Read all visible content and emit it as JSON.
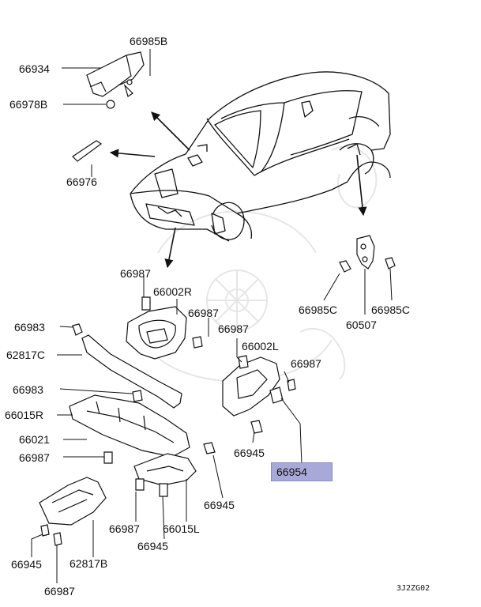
{
  "diagram_code": "3J2ZG02",
  "highlight_color": "#a9a9d9",
  "labels": {
    "l_66985B": "66985B",
    "l_66934": "66934",
    "l_66978B": "66978B",
    "l_66976": "66976",
    "l_66987_a": "66987",
    "l_66002R": "66002R",
    "l_66987_b": "66987",
    "l_66983_a": "66983",
    "l_62817C": "62817C",
    "l_66987_c": "66987",
    "l_66002L": "66002L",
    "l_66987_d": "66987",
    "l_66985C_a": "66985C",
    "l_60507": "60507",
    "l_66985C_b": "66985C",
    "l_66983_b": "66983",
    "l_66015R": "66015R",
    "l_66021": "66021",
    "l_66987_e": "66987",
    "l_66945_a": "66945",
    "l_66954": "66954",
    "l_66945_b": "66945",
    "l_66987_f": "66987",
    "l_66015L": "66015L",
    "l_66945_c": "66945",
    "l_66945_d": "66945",
    "l_62817B": "62817B",
    "l_66987_g": "66987"
  }
}
